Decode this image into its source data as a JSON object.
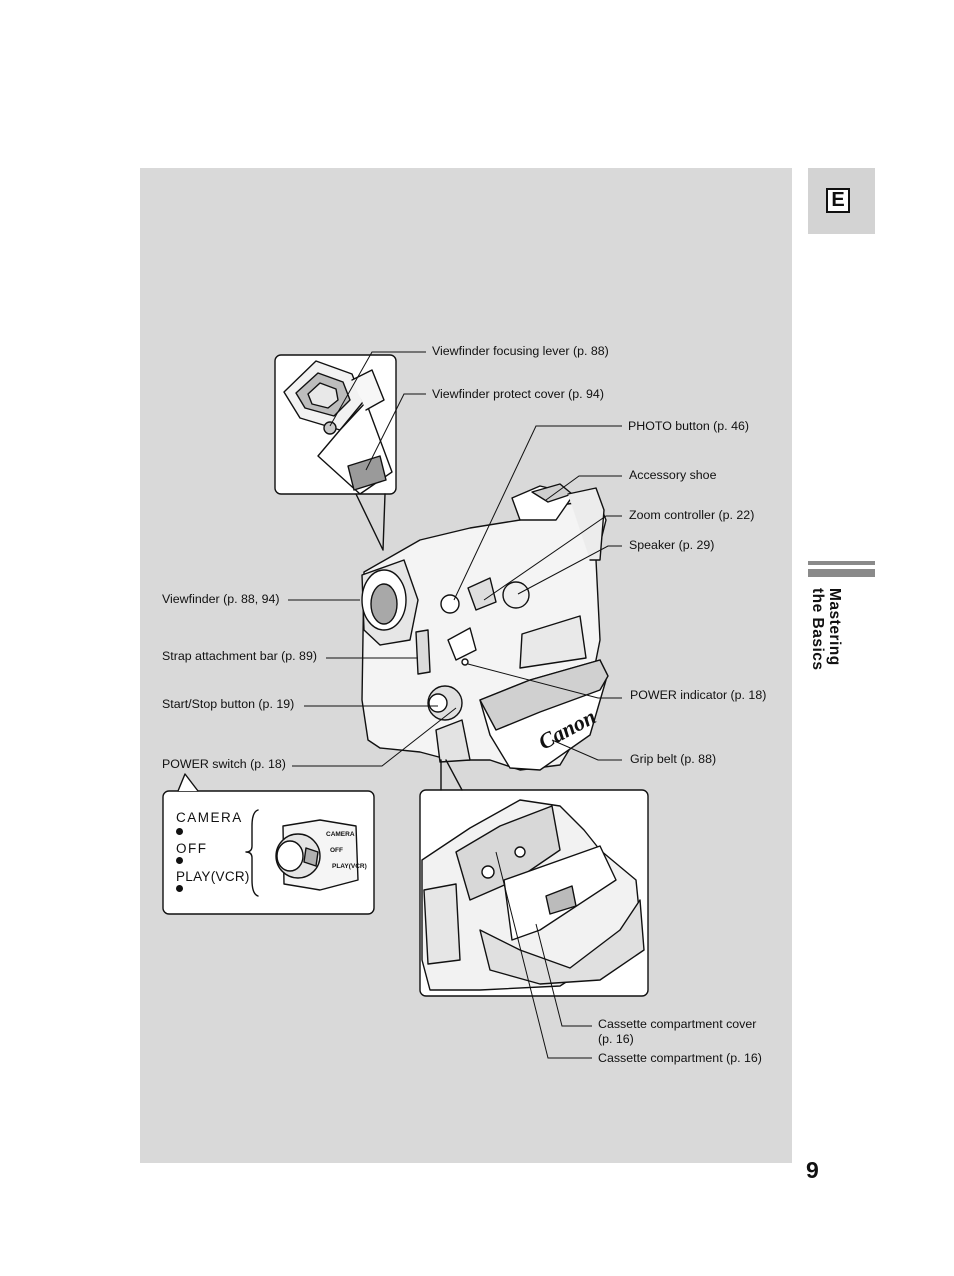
{
  "tab": {
    "letter": "E"
  },
  "section": {
    "line1": "Mastering",
    "line2": "the Basics"
  },
  "page_number": "9",
  "callouts": {
    "vf_focus_lever": "Viewfinder focusing lever (p. 88)",
    "vf_protect_cover": "Viewfinder protect cover (p. 94)",
    "photo_button": "PHOTO button (p. 46)",
    "accessory_shoe": "Accessory shoe",
    "zoom_controller": "Zoom controller (p. 22)",
    "speaker": "Speaker (p. 29)",
    "viewfinder": "Viewfinder (p. 88, 94)",
    "strap_bar": "Strap attachment bar (p. 89)",
    "start_stop": "Start/Stop button (p. 19)",
    "power_indicator": "POWER indicator (p. 18)",
    "grip_belt": "Grip belt (p. 88)",
    "power_switch": "POWER switch (p. 18)",
    "cassette_cover_1": "Cassette compartment cover",
    "cassette_cover_2": "(p. 16)",
    "cassette_compartment": "Cassette compartment (p. 16)"
  },
  "power_switch_positions": [
    "CAMERA",
    "OFF",
    "PLAY(VCR)"
  ],
  "switch_dial_labels": [
    "CAMERA",
    "OFF",
    "PLAY(VCR)"
  ],
  "brand_logo": "Canon"
}
